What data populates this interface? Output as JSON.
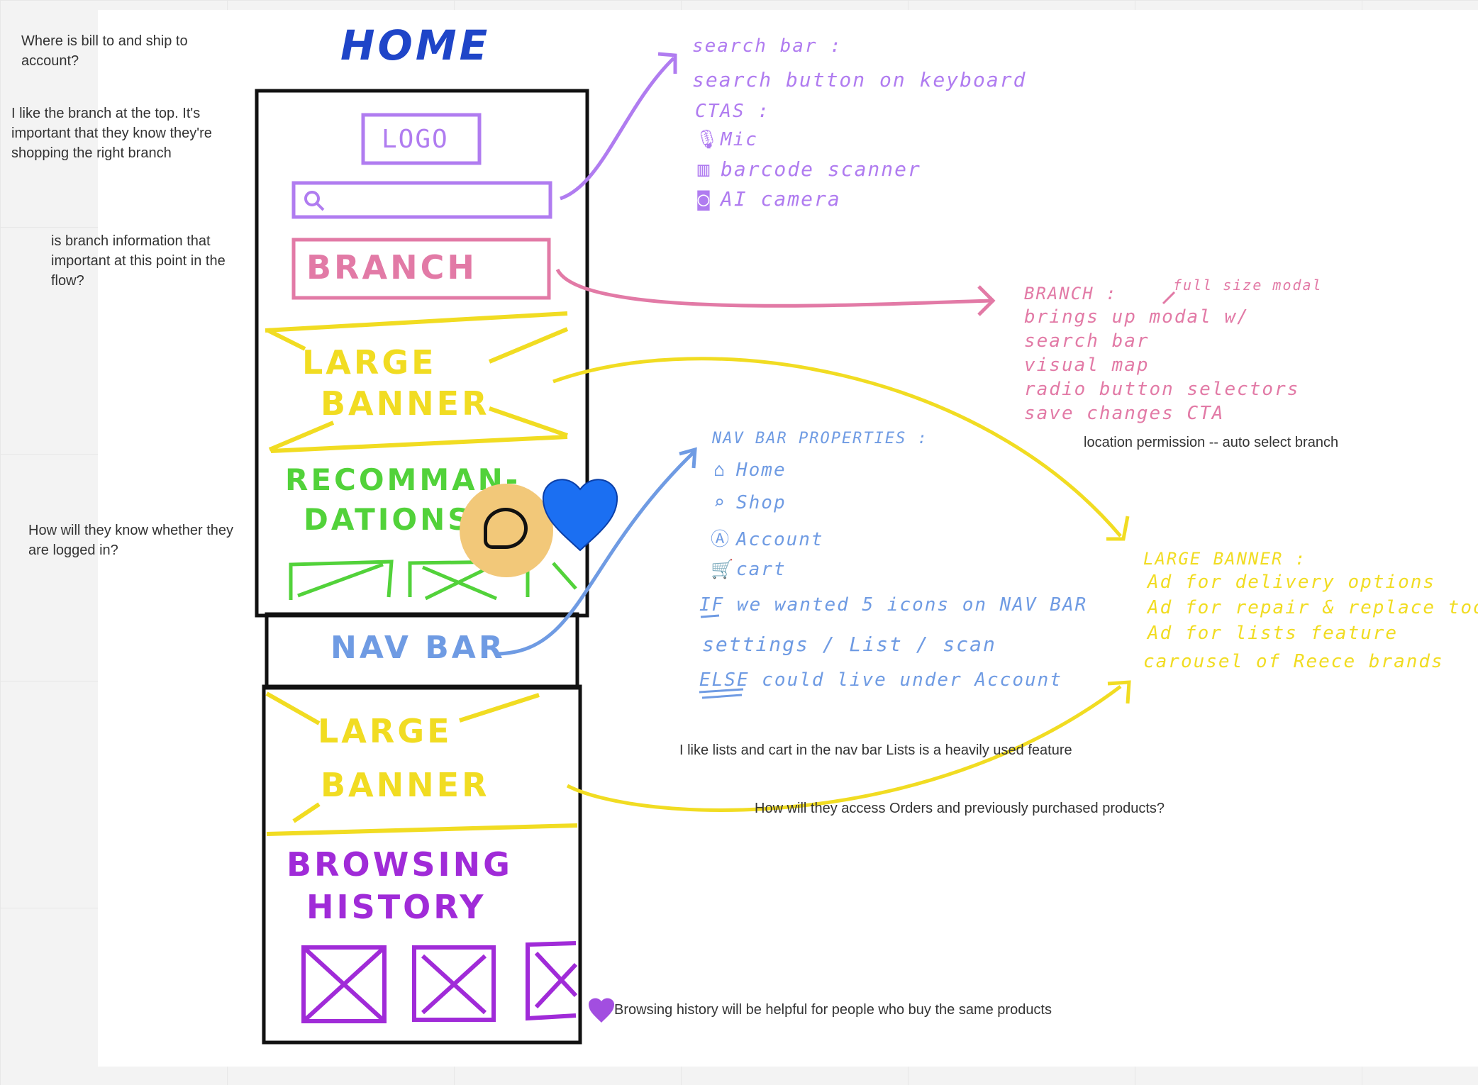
{
  "comments": {
    "bill_to": "Where is bill to and ship to account?",
    "branch_top": "I like the branch at the top. It's important that they know they're shopping the right branch",
    "branch_info": "is branch information that important at this point in the flow?",
    "logged_in": "How will they know whether they are logged in?",
    "location": "location permission -- auto select branch",
    "lists_cart": "I like lists and cart in the nav bar Lists is a heavily used feature",
    "orders": "How will they access Orders and previously purchased products?",
    "browsing": "Browsing history will be helpful for people who buy the same products"
  },
  "wireframe": {
    "title": "HOME",
    "logo": "LOGO",
    "branch": "BRANCH",
    "large_banner_1": [
      "LARGE",
      "BANNER"
    ],
    "recommendations": [
      "RECOMMAN-",
      "DATIONS"
    ],
    "nav_bar": "NAV BAR",
    "large_banner_2": [
      "LARGE",
      "BANNER"
    ],
    "browsing_history": [
      "BROWSING",
      "HISTORY"
    ]
  },
  "notes_search": {
    "title": "search bar :",
    "line1": "search button on keyboard",
    "ctas": "CTAS :",
    "items": [
      {
        "icon": "mic-icon",
        "glyph": "🎙",
        "label": "Mic"
      },
      {
        "icon": "barcode-icon",
        "glyph": "▥",
        "label": "barcode scanner"
      },
      {
        "icon": "camera-icon",
        "glyph": "◙",
        "label": "AI camera"
      }
    ]
  },
  "notes_branch": {
    "title": "BRANCH :",
    "annotation": "full size modal",
    "lines": [
      "brings up modal w/",
      "search bar",
      "visual map",
      "radio button selectors",
      "save changes CTA"
    ]
  },
  "notes_nav": {
    "title": "NAV BAR PROPERTIES :",
    "items": [
      {
        "icon": "home-icon",
        "glyph": "⌂",
        "label": "Home"
      },
      {
        "icon": "shop-icon",
        "glyph": "⌕",
        "label": "Shop"
      },
      {
        "icon": "account-icon",
        "glyph": "Ⓐ",
        "label": "Account"
      },
      {
        "icon": "cart-icon",
        "glyph": "🛒",
        "label": "cart"
      }
    ],
    "if_line": "IF we wanted 5 icons on NAV BAR",
    "options": "settings / List / scan",
    "else_line": "ELSE could live under Account"
  },
  "notes_banner": {
    "title": "LARGE BANNER :",
    "lines": [
      "Ad for delivery options",
      "Ad for repair & replace tool",
      "Ad for lists feature",
      "carousel of Reece brands"
    ]
  },
  "colors": {
    "purple": "#b07cf0",
    "pink": "#e27aa6",
    "blue": "#6f9be3",
    "yellow": "#f1dc22",
    "green": "#52d23a",
    "violet": "#a02bd8"
  }
}
